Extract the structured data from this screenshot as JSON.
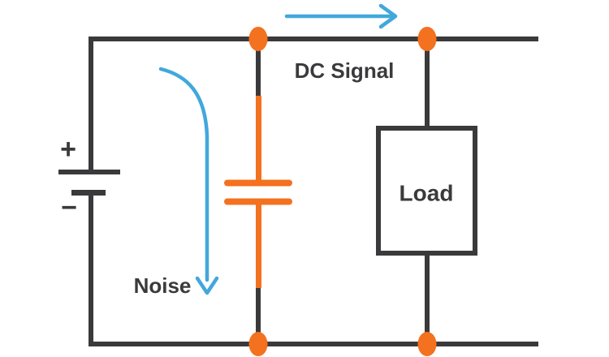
{
  "diagram": {
    "kind": "circuit-diagram",
    "labels": {
      "dc_signal": "DC Signal",
      "noise": "Noise",
      "load": "Load",
      "battery_plus": "+",
      "battery_minus": "−"
    },
    "components": [
      "dc-voltage-source",
      "decoupling-capacitor",
      "load",
      "junction-dots"
    ],
    "colors": {
      "wire": "#3A3A3C",
      "orange": "#F4711F",
      "blue": "#41A8DB",
      "text": "#3A3A3C",
      "background": "#FFFFFF"
    }
  }
}
